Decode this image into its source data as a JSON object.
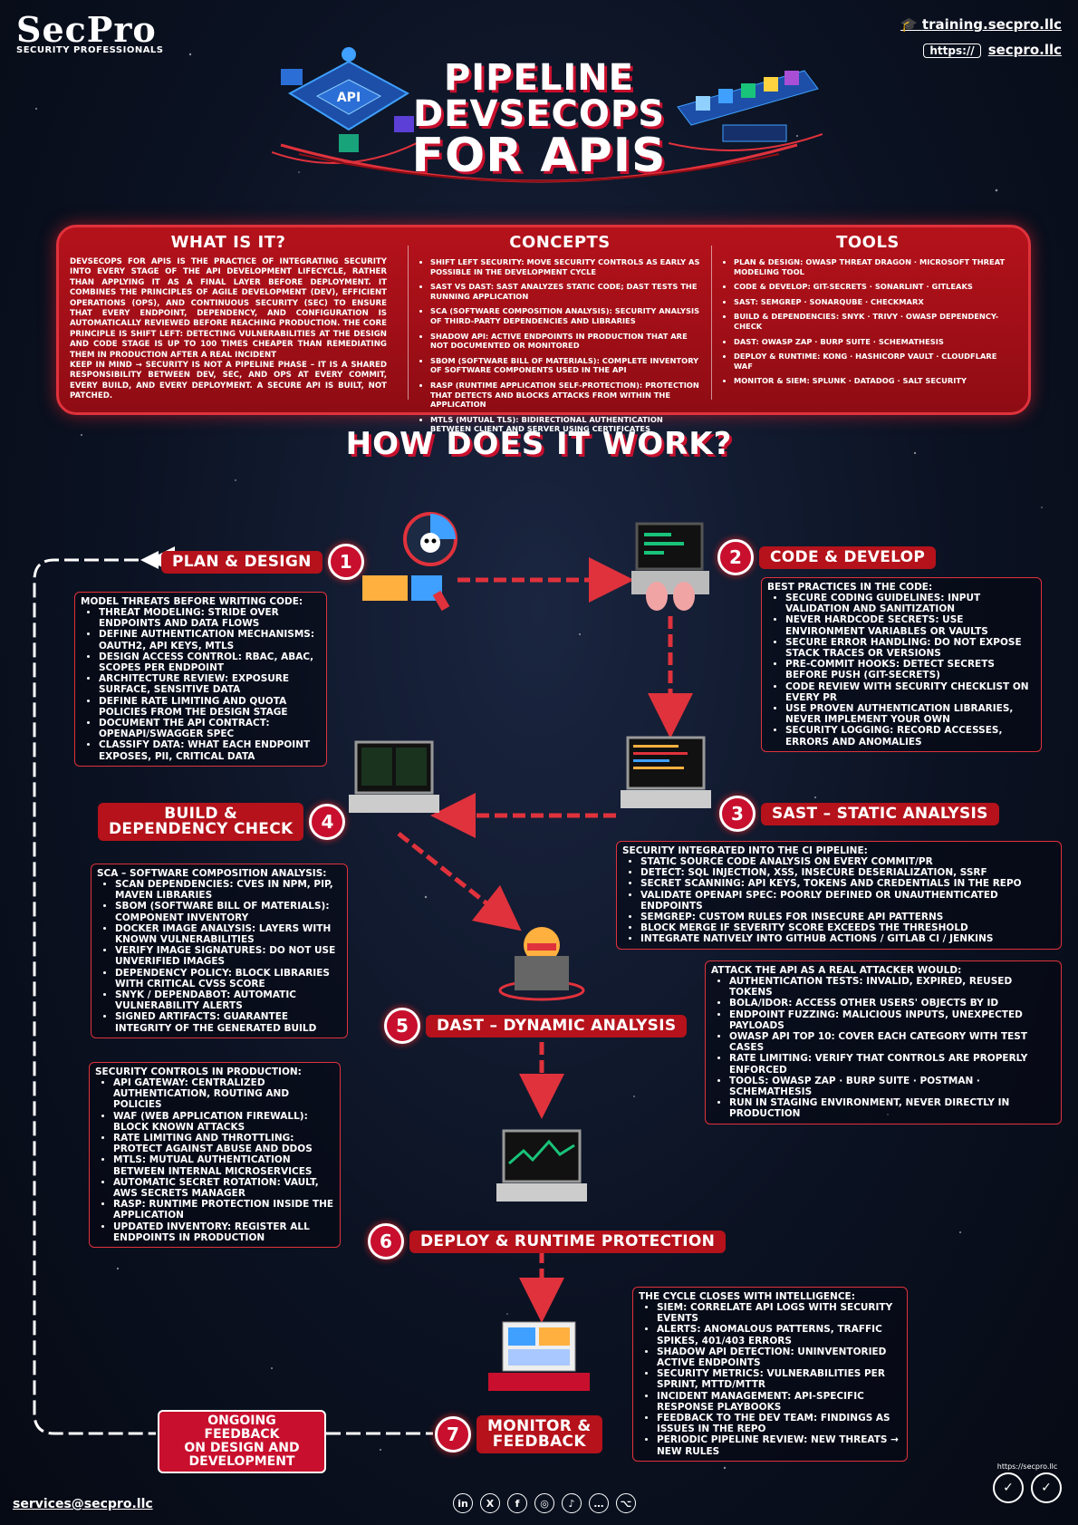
{
  "brand": {
    "logo": "SecPro",
    "tagline": "SECURITY PROFESSIONALS"
  },
  "links": {
    "training": "training.secpro.llc",
    "https_label": "https://",
    "site": "secpro.llc"
  },
  "title": {
    "line1": "PIPELINE",
    "line2": "DEVSECOPS",
    "line3": "FOR APIS"
  },
  "what": {
    "heading": "WHAT IS IT?",
    "body": "DevSecOps for APIs is the practice of integrating security into every stage of the API development lifecycle, rather than applying it as a final layer before deployment. It combines the principles of agile development (Dev), efficient operations (Ops), and continuous security (Sec) to ensure that every endpoint, dependency, and configuration is automatically reviewed before reaching production. The core principle is shift left: detecting vulnerabilities at the design and code stage is up to 100 times cheaper than remediating them in production after a real incident",
    "body2": "Keep in mind → security is not a pipeline phase – it is a shared responsibility between Dev, Sec, and Ops at every commit, every build, and every deployment. A secure API is built, not patched."
  },
  "concepts": {
    "heading": "CONCEPTS",
    "items": [
      "Shift Left Security: move security controls as early as possible in the development cycle",
      "SAST vs DAST: SAST analyzes static code; DAST tests the running application",
      "SCA (Software Composition Analysis): security analysis of third-party dependencies and libraries",
      "Shadow API: active endpoints in production that are not documented or monitored",
      "SBOM (Software Bill of Materials): complete inventory of software components used in the API",
      "RASP (Runtime Application Self-Protection): protection that detects and blocks attacks from within the application",
      "mTLS (Mutual TLS): bidirectional authentication between client and server using certificates"
    ]
  },
  "tools": {
    "heading": "TOOLS",
    "items": [
      "Plan & Design: OWASP Threat Dragon · Microsoft Threat Modeling Tool",
      "Code & Develop: git-secrets · SonarLint · GitLeaks",
      "SAST: Semgrep · SonarQube · Checkmarx",
      "Build & Dependencies: Snyk · Trivy · OWASP Dependency-Check",
      "DAST: OWASP ZAP · Burp Suite · Schemathesis",
      "Deploy & Runtime: Kong · HashiCorp Vault · Cloudflare WAF",
      "Monitor & SIEM: Splunk · Datadog · Salt Security"
    ]
  },
  "how_heading": "HOW DOES IT WORK?",
  "steps": {
    "s1": {
      "num": "1",
      "label": "PLAN & DESIGN",
      "header": "Model threats before writing code:",
      "items": [
        "Threat modeling: STRIDE over endpoints and data flows",
        "Define authentication mechanisms: OAuth2, API keys, mTLS",
        "Design access control: RBAC, ABAC, scopes per endpoint",
        "Architecture review: exposure surface, sensitive data",
        "Define rate limiting and quota policies from the design stage",
        "Document the API contract: OpenAPI/Swagger spec",
        "Classify data: what each endpoint exposes, PII, critical data"
      ]
    },
    "s2": {
      "num": "2",
      "label": "CODE & DEVELOP",
      "header": "Best practices in the code:",
      "items": [
        "Secure coding guidelines: input validation and sanitization",
        "Never hardcode secrets: use environment variables or vaults",
        "Secure error handling: do not expose stack traces or versions",
        "Pre-commit hooks: detect secrets before push (git-secrets)",
        "Code review with security checklist on every PR",
        "Use proven authentication libraries, never implement your own",
        "Security logging: record accesses, errors and anomalies"
      ]
    },
    "s3": {
      "num": "3",
      "label": "SAST – STATIC ANALYSIS",
      "header": "Security integrated into the CI pipeline:",
      "items": [
        "Static source code analysis on every commit/PR",
        "Detect: SQL injection, XSS, insecure deserialization, SSRF",
        "Secret scanning: API keys, tokens and credentials in the repo",
        "Validate OpenAPI spec: poorly defined or unauthenticated endpoints",
        "Semgrep: custom rules for insecure API patterns",
        "Block merge if severity score exceeds the threshold",
        "Integrate natively into GitHub Actions / GitLab CI / Jenkins"
      ]
    },
    "s4": {
      "num": "4",
      "label1": "BUILD &",
      "label2": "DEPENDENCY CHECK",
      "header": "SCA – Software Composition Analysis:",
      "items": [
        "Scan dependencies: CVEs in npm, pip, Maven libraries",
        "SBOM (Software Bill of Materials): component inventory",
        "Docker image analysis: layers with known vulnerabilities",
        "Verify image signatures: do not use unverified images",
        "Dependency policy: block libraries with critical CVSS score",
        "Snyk / Dependabot: automatic vulnerability alerts",
        "Signed artifacts: guarantee integrity of the generated build"
      ]
    },
    "s5": {
      "num": "5",
      "label": "DAST – DYNAMIC ANALYSIS",
      "header": "Attack the API as a real attacker would:",
      "items": [
        "Authentication tests: invalid, expired, reused tokens",
        "BOLA/IDOR: access other users' objects by ID",
        "Endpoint fuzzing: malicious inputs, unexpected payloads",
        "OWASP API Top 10: cover each category with test cases",
        "Rate limiting: verify that controls are properly enforced",
        "Tools: OWASP ZAP · Burp Suite · Postman · Schemathesis",
        "Run in staging environment, never directly in production"
      ]
    },
    "s6": {
      "num": "6",
      "label": "DEPLOY & RUNTIME PROTECTION",
      "header": "Security controls in production:",
      "items": [
        "API Gateway: centralized authentication, routing and policies",
        "WAF (Web Application Firewall): block known attacks",
        "Rate limiting and throttling: protect against abuse and DDoS",
        "mTLS: mutual authentication between internal microservices",
        "Automatic secret rotation: Vault, AWS Secrets Manager",
        "RASP: runtime protection inside the application",
        "Updated inventory: register all endpoints in production"
      ]
    },
    "s7": {
      "num": "7",
      "label1": "MONITOR &",
      "label2": "FEEDBACK",
      "header": "The cycle closes with intelligence:",
      "items": [
        "SIEM: correlate API logs with security events",
        "Alerts: anomalous patterns, traffic spikes, 401/403 errors",
        "Shadow API detection: uninventoried active endpoints",
        "Security metrics: vulnerabilities per sprint, MTTD/MTTR",
        "Incident management: API-specific response playbooks",
        "Feedback to the dev team: findings as issues in the repo",
        "Periodic pipeline review: new threats → new rules"
      ]
    }
  },
  "feedback": {
    "line1": "ONGOING FEEDBACK",
    "line2": "ON DESIGN AND",
    "line3": "DEVELOPMENT"
  },
  "footer": {
    "email": "services@secpro.llc",
    "badge_url": "https://secpro.llc"
  },
  "social_icons": [
    "linkedin-icon",
    "x-icon",
    "facebook-icon",
    "instagram-icon",
    "tiktok-icon",
    "chat-icon",
    "github-icon"
  ],
  "colors": {
    "accent": "#c8102e",
    "panel": "#b5121b",
    "background": "#0b1222"
  }
}
